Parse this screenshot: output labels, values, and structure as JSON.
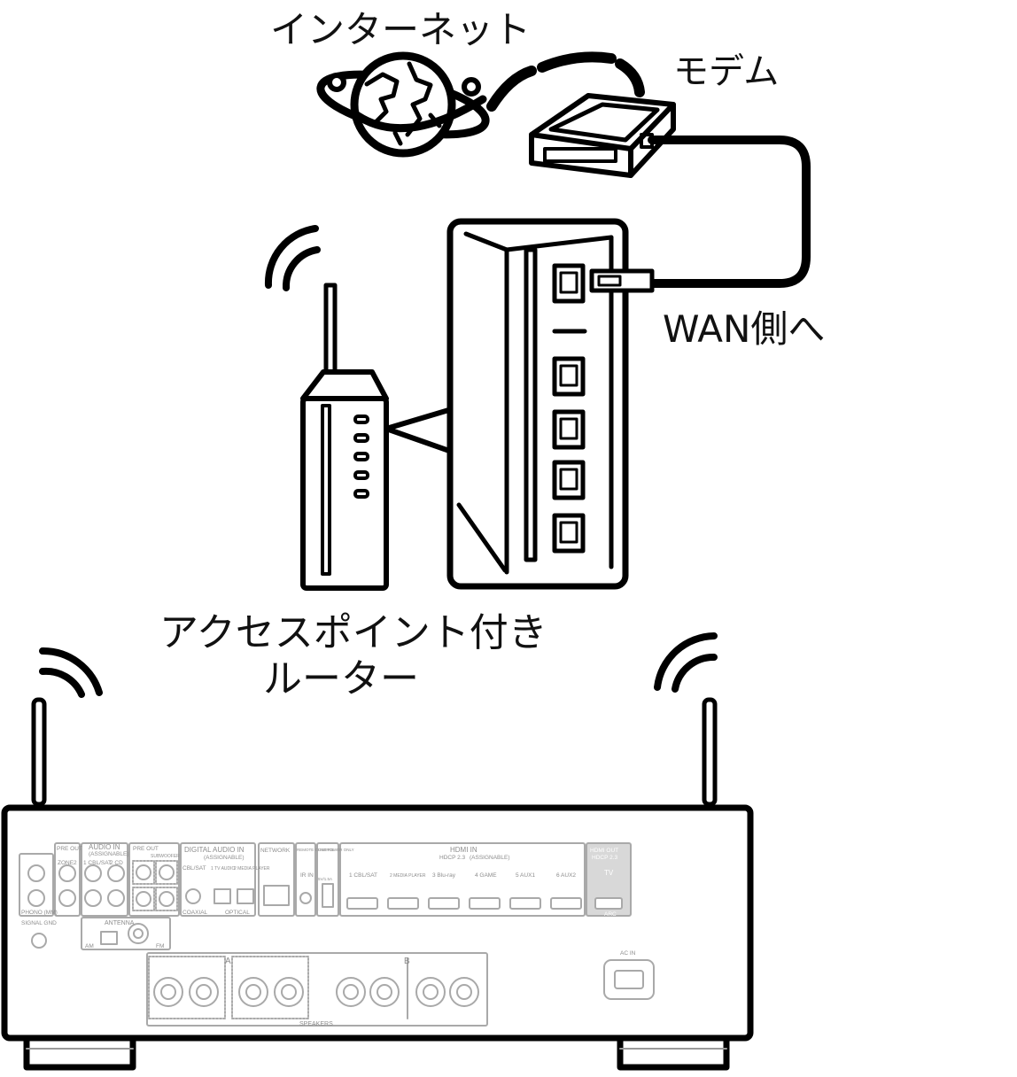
{
  "labels": {
    "internet": "インターネット",
    "modem": "モデム",
    "wan_side": "WAN側へ",
    "router_line1": "アクセスポイント付き",
    "router_line2": "ルーター"
  },
  "receiver_panel": {
    "pre_out_zone2": "PRE OUT",
    "zone2": "ZONE2",
    "audio_in": "AUDIO IN",
    "audio_assignable": "(ASSIGNABLE)",
    "audio_inputs": [
      "1 CBL/SAT",
      "2 CD"
    ],
    "phono": "PHONO (MM)",
    "signal_gnd": "SIGNAL GND",
    "pre_out": "PRE OUT",
    "subwoofer": "SUBWOOFER",
    "digital_audio_in": "DIGITAL AUDIO IN",
    "digital_assignable": "(ASSIGNABLE)",
    "digital_inputs": [
      "CBL/SAT",
      "1 TV AUDIO",
      "2 MEDIA PLAYER"
    ],
    "coaxial": "COAXIAL",
    "optical": "OPTICAL",
    "network": "NETWORK",
    "remote_control": "REMOTE CONTROL",
    "ir_in": "IR IN",
    "usb": "USB POWER ONLY",
    "usb_rating": "5V/1.5A",
    "hdmi_in": "HDMI IN",
    "hdcp": "HDCP 2.3",
    "hdmi_assignable": "(ASSIGNABLE)",
    "hdmi_inputs": [
      "1 CBL/SAT",
      "2 MEDIA PLAYER",
      "3 Blu-ray",
      "4 GAME",
      "5 AUX1",
      "6 AUX2"
    ],
    "hdmi_out": "HDMI OUT",
    "hdmi_out_hdcp": "HDCP 2.3",
    "tv": "TV",
    "arc": "ARC",
    "antenna": "ANTENNA",
    "am": "AM",
    "fm": "FM",
    "speakers": "SPEAKERS",
    "speaker_a": "A",
    "speaker_b": "B",
    "ac_in": "AC IN"
  }
}
